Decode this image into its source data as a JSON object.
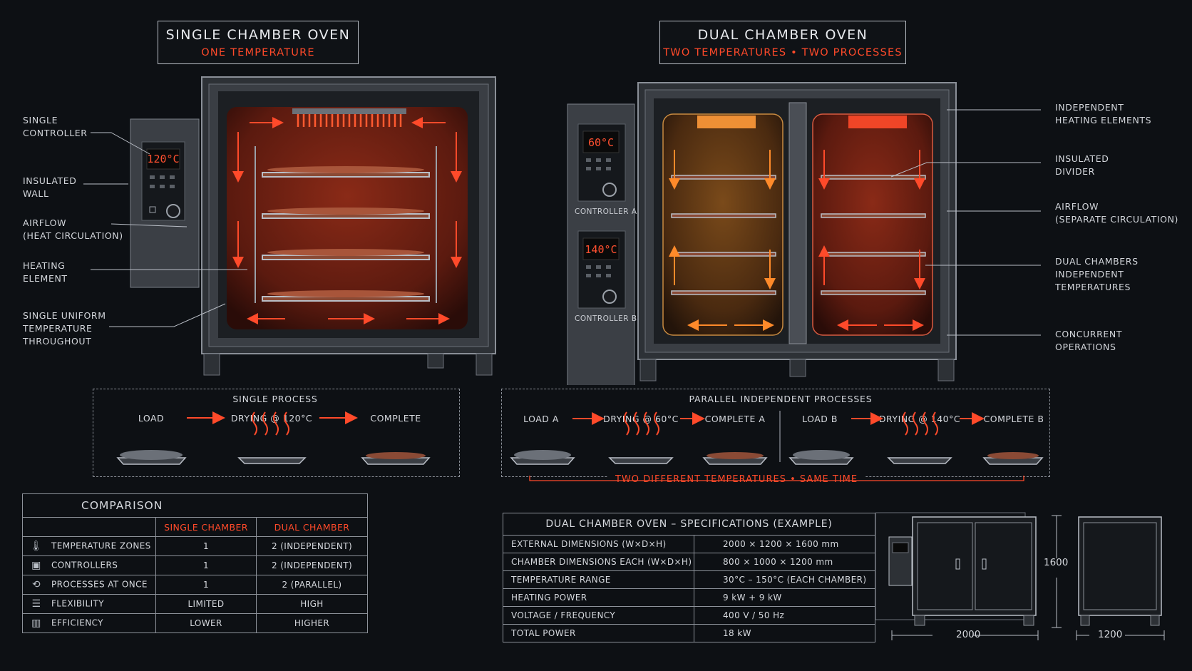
{
  "single": {
    "title": "SINGLE CHAMBER OVEN",
    "subtitle": "ONE TEMPERATURE",
    "display": "120°C",
    "labels": {
      "controller": [
        "SINGLE",
        "CONTROLLER"
      ],
      "wall": [
        "INSULATED",
        "WALL"
      ],
      "airflow": [
        "AIRFLOW",
        "(HEAT CIRCULATION)"
      ],
      "heating": [
        "HEATING",
        "ELEMENT"
      ],
      "uniform": [
        "SINGLE UNIFORM",
        "TEMPERATURE",
        "THROUGHOUT"
      ]
    }
  },
  "dual": {
    "title": "DUAL CHAMBER OVEN",
    "subtitle": "TWO TEMPERATURES • TWO PROCESSES",
    "display_a": "60°C",
    "display_b": "140°C",
    "controller_a": "CONTROLLER A",
    "controller_b": "CONTROLLER B",
    "labels": {
      "heating": [
        "INDEPENDENT",
        "HEATING ELEMENTS"
      ],
      "divider": [
        "INSULATED",
        "DIVIDER"
      ],
      "airflow": [
        "AIRFLOW",
        "(SEPARATE CIRCULATION)"
      ],
      "chambers": [
        "DUAL CHAMBERS",
        "INDEPENDENT",
        "TEMPERATURES"
      ],
      "concurrent": [
        "CONCURRENT",
        "OPERATIONS"
      ]
    }
  },
  "single_process": {
    "title": "SINGLE PROCESS",
    "steps": [
      "LOAD",
      "DRYING @ 120°C",
      "COMPLETE"
    ]
  },
  "parallel_process": {
    "title": "PARALLEL INDEPENDENT PROCESSES",
    "steps_a": [
      "LOAD A",
      "DRYING @ 60°C",
      "COMPLETE A"
    ],
    "steps_b": [
      "LOAD B",
      "DRYING @ 140°C",
      "COMPLETE B"
    ],
    "note": "TWO DIFFERENT TEMPERATURES • SAME TIME"
  },
  "comparison": {
    "title": "COMPARISON",
    "headers": [
      "SINGLE CHAMBER",
      "DUAL CHAMBER"
    ],
    "rows": [
      {
        "icon": "thermometer-icon",
        "label": "TEMPERATURE ZONES",
        "single": "1",
        "dual": "2 (INDEPENDENT)"
      },
      {
        "icon": "controller-icon",
        "label": "CONTROLLERS",
        "single": "1",
        "dual": "2 (INDEPENDENT)"
      },
      {
        "icon": "cycle-icon",
        "label": "PROCESSES AT ONCE",
        "single": "1",
        "dual": "2  (PARALLEL)"
      },
      {
        "icon": "sliders-icon",
        "label": "FLEXIBILITY",
        "single": "LIMITED",
        "dual": "HIGH"
      },
      {
        "icon": "bar-chart-icon",
        "label": "EFFICIENCY",
        "single": "LOWER",
        "dual": "HIGHER"
      }
    ]
  },
  "specs": {
    "title": "DUAL CHAMBER OVEN – SPECIFICATIONS (EXAMPLE)",
    "rows": [
      {
        "label": "EXTERNAL DIMENSIONS (W×D×H)",
        "value": "2000 × 1200 × 1600 mm"
      },
      {
        "label": "CHAMBER DIMENSIONS EACH (W×D×H)",
        "value": "800 × 1000 × 1200 mm"
      },
      {
        "label": "TEMPERATURE RANGE",
        "value": "30°C – 150°C (EACH CHAMBER)"
      },
      {
        "label": "HEATING POWER",
        "value": "9 kW + 9 kW"
      },
      {
        "label": "VOLTAGE / FREQUENCY",
        "value": "400 V / 50 Hz"
      },
      {
        "label": "TOTAL POWER",
        "value": "18 kW"
      }
    ]
  },
  "dimensions": {
    "width": "2000",
    "height": "1600",
    "depth": "1200"
  },
  "colors": {
    "accent": "#ff4a2a",
    "background": "#0d1014",
    "steel": "#6b7078"
  }
}
